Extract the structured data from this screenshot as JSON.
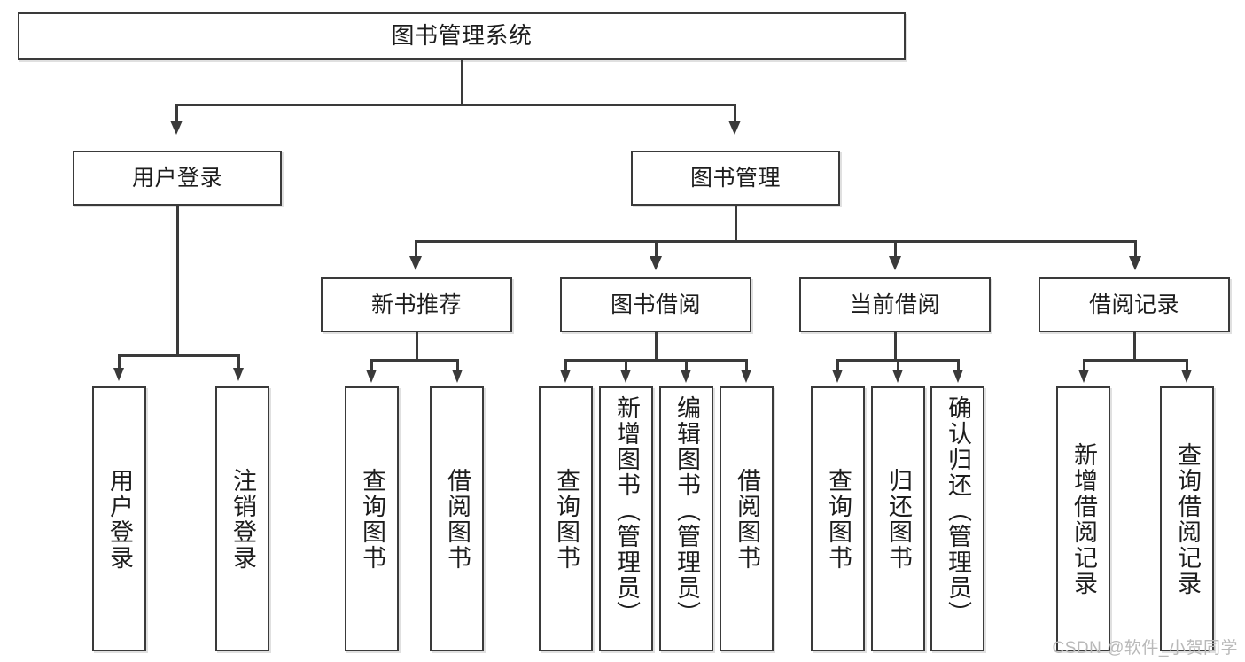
{
  "diagram": {
    "type": "hierarchy-tree",
    "title": "图书管理系统",
    "root": {
      "label": "图书管理系统"
    },
    "level2": [
      {
        "id": "user-login",
        "label": "用户登录"
      },
      {
        "id": "book-management",
        "label": "图书管理"
      }
    ],
    "level3": [
      {
        "id": "new-book-recommend",
        "label": "新书推荐"
      },
      {
        "id": "book-borrow",
        "label": "图书借阅"
      },
      {
        "id": "current-borrow",
        "label": "当前借阅"
      },
      {
        "id": "borrow-record",
        "label": "借阅记录"
      }
    ],
    "leaves": {
      "user_login": [
        {
          "id": "leaf-user-login",
          "label": "用户登录"
        },
        {
          "id": "leaf-logout-login",
          "label": "注销登录"
        }
      ],
      "new_book_recommend": [
        {
          "id": "leaf-query-book-1",
          "label": "查询图书"
        },
        {
          "id": "leaf-borrow-book-1",
          "label": "借阅图书"
        }
      ],
      "book_borrow": [
        {
          "id": "leaf-query-book-2",
          "label": "查询图书"
        },
        {
          "id": "leaf-add-book-admin",
          "label": "新增图书（管理员）"
        },
        {
          "id": "leaf-edit-book-admin",
          "label": "编辑图书（管理员）"
        },
        {
          "id": "leaf-borrow-book-2",
          "label": "借阅图书"
        }
      ],
      "current_borrow": [
        {
          "id": "leaf-query-book-3",
          "label": "查询图书"
        },
        {
          "id": "leaf-return-book",
          "label": "归还图书"
        },
        {
          "id": "leaf-confirm-return-admin",
          "label": "确认归还（管理员）"
        }
      ],
      "borrow_record": [
        {
          "id": "leaf-add-borrow-record",
          "label": "新增借阅记录"
        },
        {
          "id": "leaf-query-borrow-record",
          "label": "查询借阅记录"
        }
      ]
    },
    "colors": {
      "stroke": "#3a3a3a",
      "fill": "#ffffff",
      "text": "#1d1d1d",
      "watermark": "#b9b9b9"
    }
  },
  "watermark": {
    "text": "CSDN @软件_小贺同学"
  }
}
